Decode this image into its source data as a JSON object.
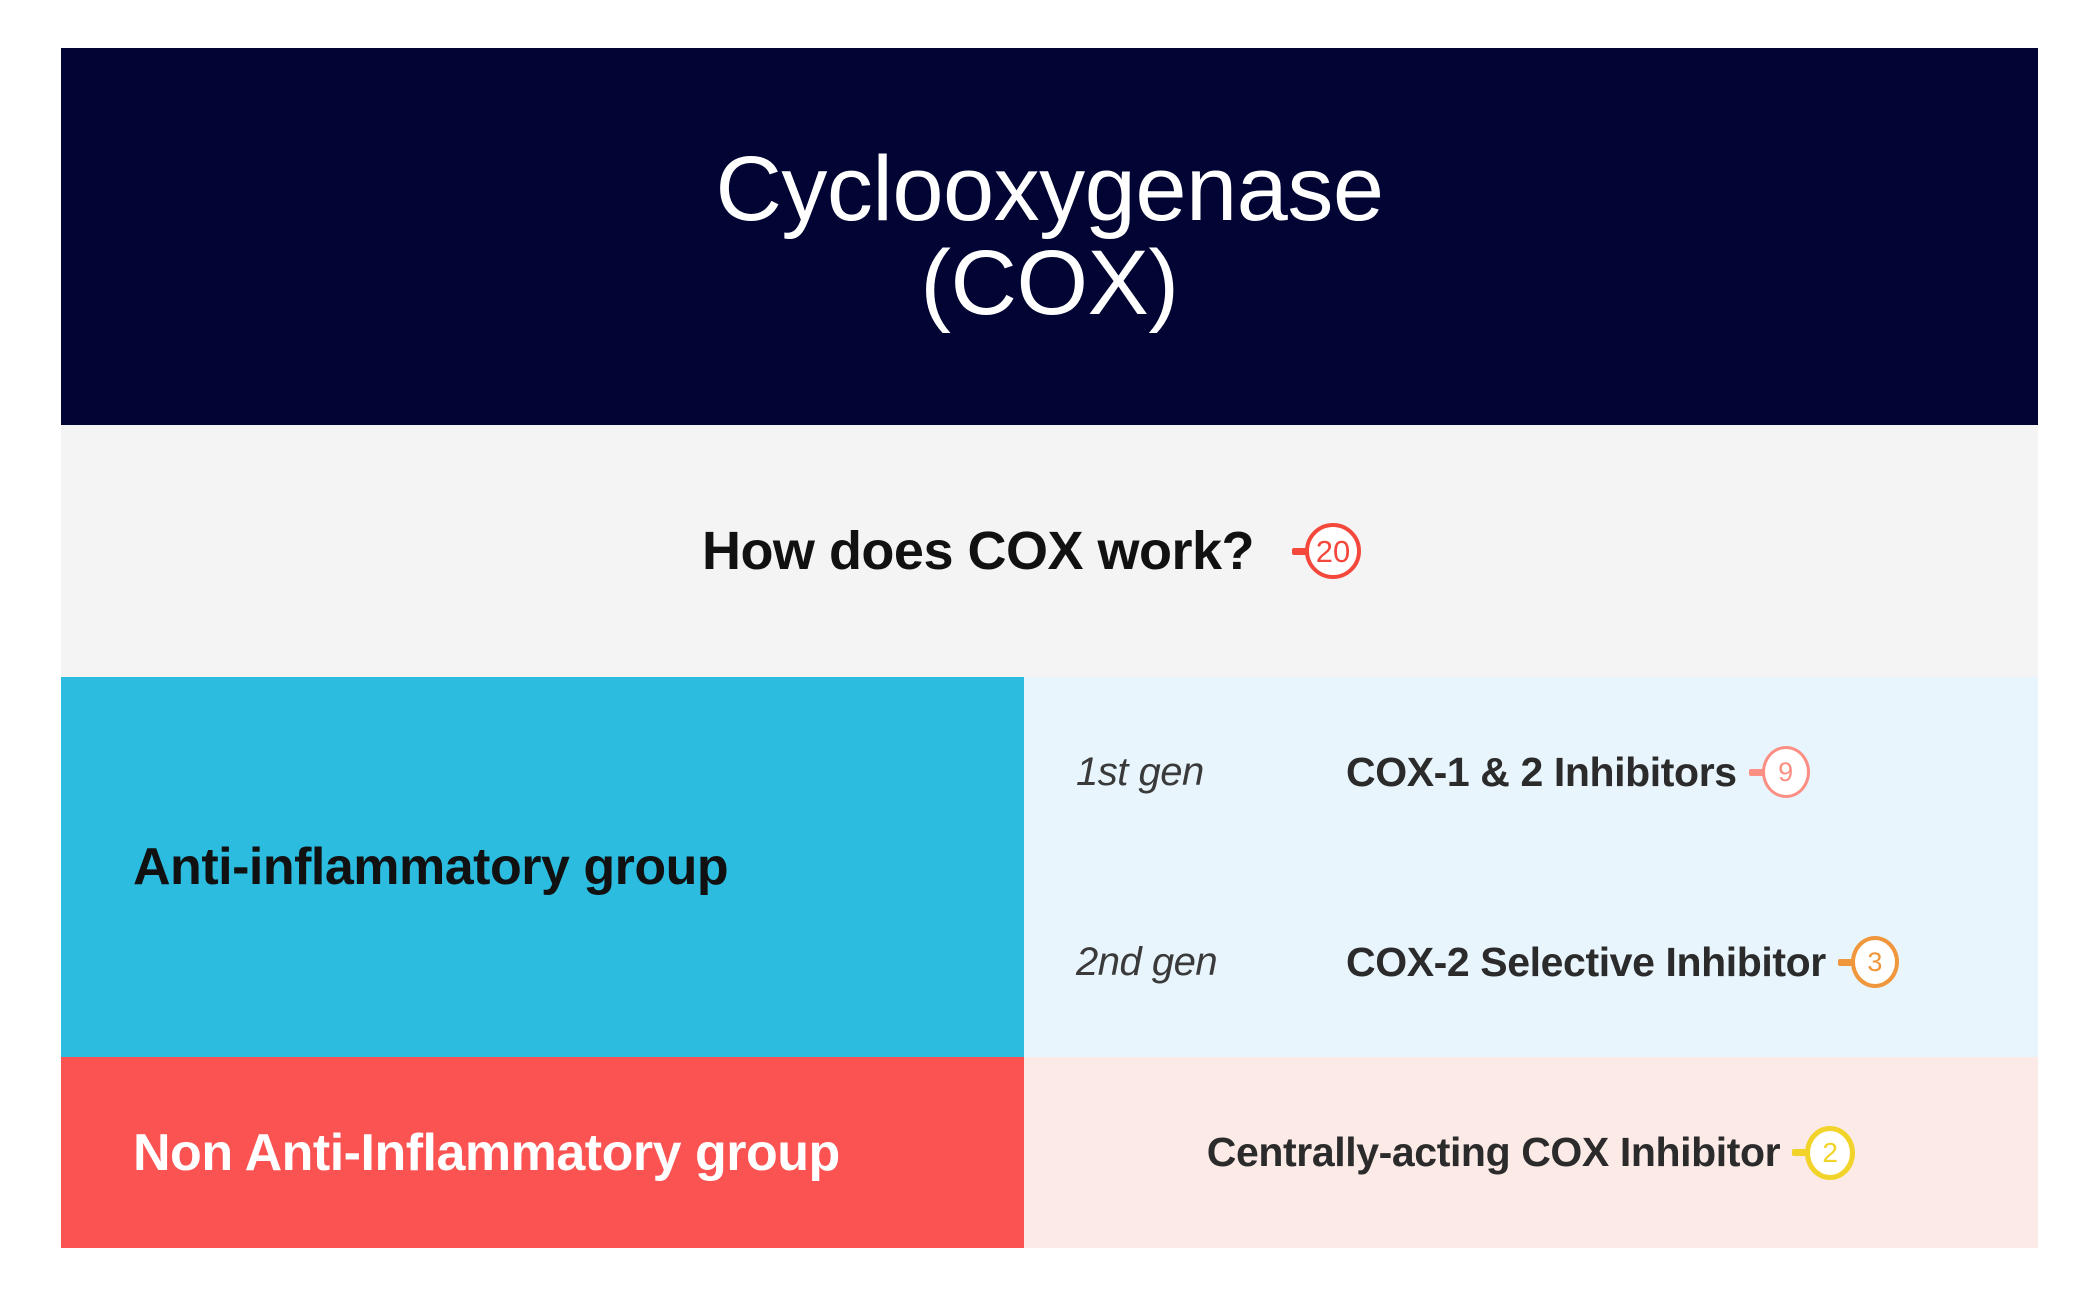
{
  "slide": {
    "title": "Cyclooxygenase\n(COX)",
    "title_line_1": "Cyclooxygenase",
    "title_line_2": "(COX)",
    "question": "How does COX work?",
    "question_badge": {
      "count": "20",
      "color": "#F4483C",
      "icon": "tagged-count-badge"
    }
  },
  "groups": [
    {
      "label": "Anti-inflammatory group",
      "block_color": "#2BBCDF",
      "panel_color": "#E8F5FD",
      "entries": [
        {
          "generation": "1st gen",
          "drug": "COX-1 & 2 Inhibitors",
          "badge": {
            "count": "9",
            "color": "#FB8F84"
          }
        },
        {
          "generation": "2nd gen",
          "drug": "COX-2 Selective Inhibitor",
          "badge": {
            "count": "3",
            "color": "#F0963C"
          }
        }
      ]
    },
    {
      "label": "Non Anti-Inflammatory group",
      "block_color": "#FB5252",
      "panel_color": "#FCEAE7",
      "entries": [
        {
          "generation": "",
          "drug": "Centrally-acting COX Inhibitor",
          "badge": {
            "count": "2",
            "color": "#F2D32A"
          }
        }
      ]
    }
  ],
  "theme": {
    "header_bg": "#020433",
    "question_bg": "#F4F4F4",
    "page_bg": "#FFFFFF",
    "title_color": "#FFFFFF"
  }
}
